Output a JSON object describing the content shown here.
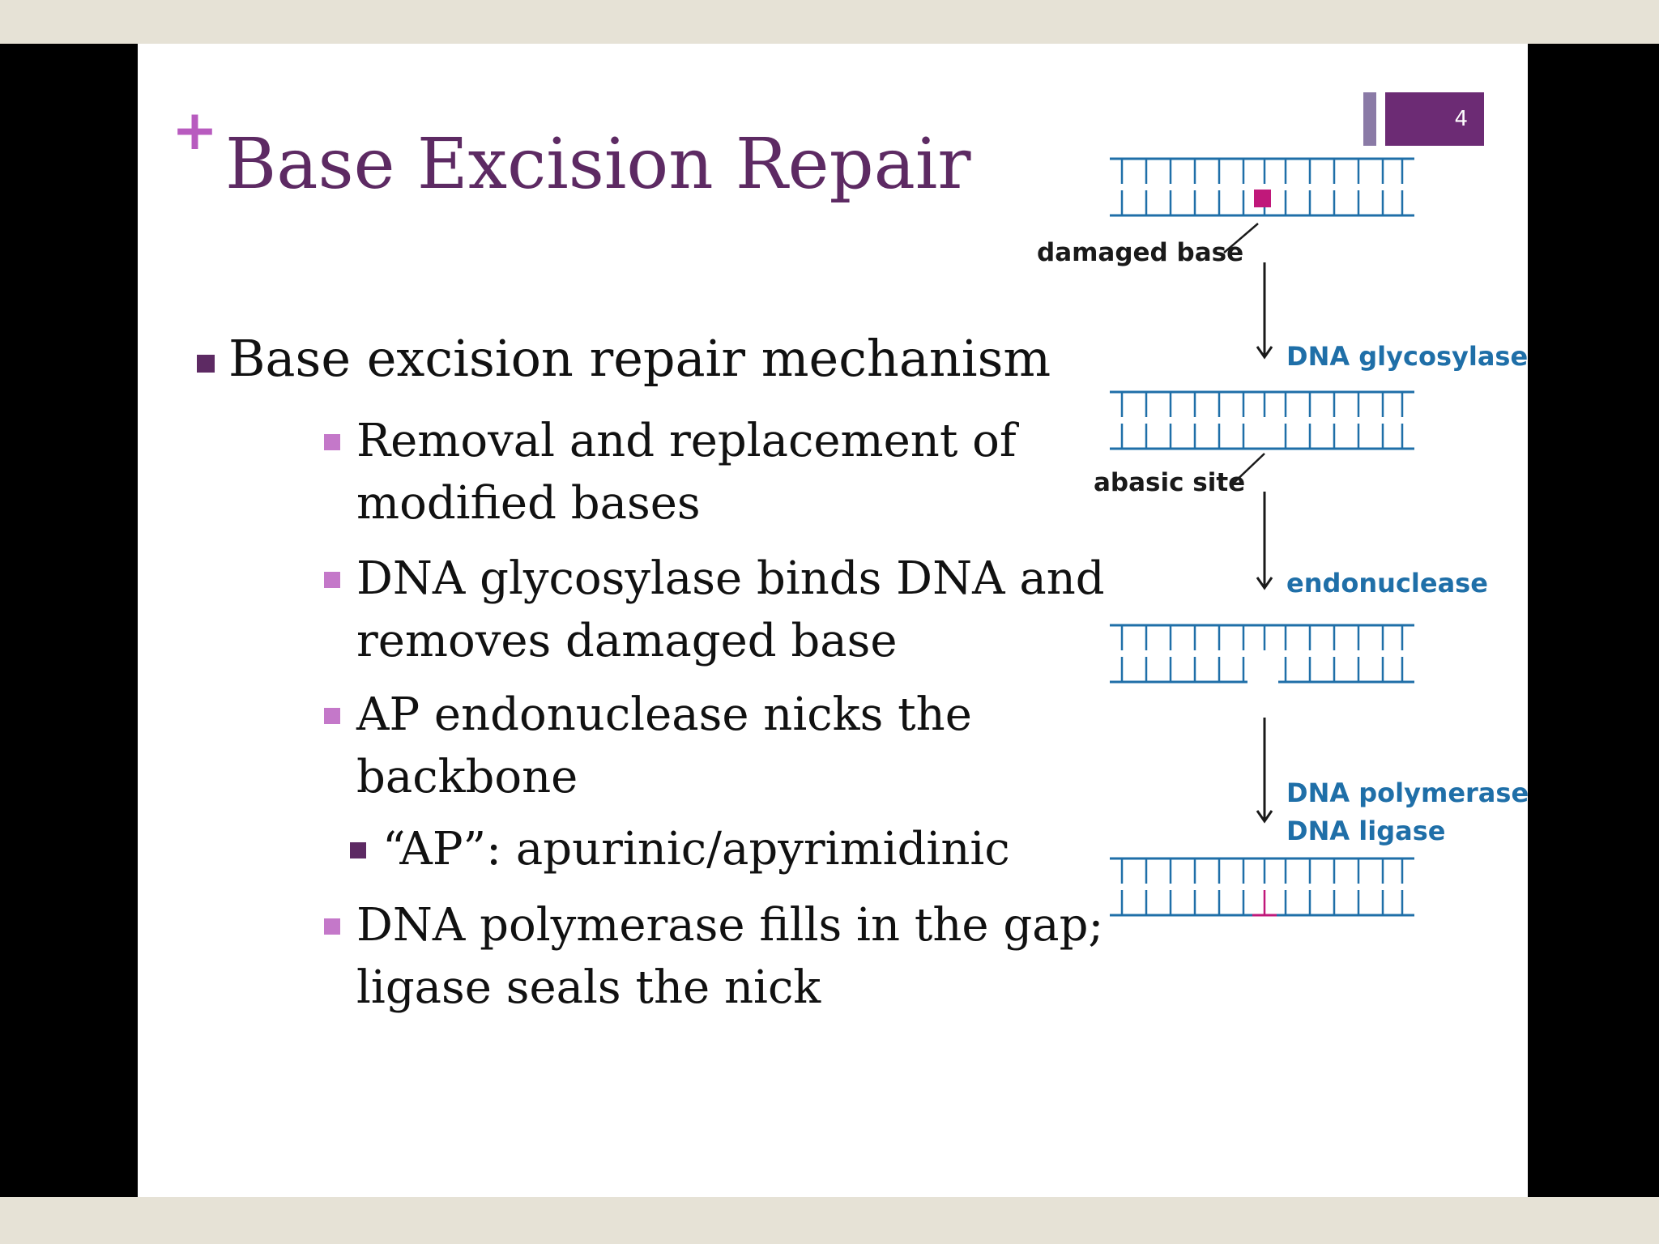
{
  "slide": {
    "title_marker": "+",
    "title": "Base Excision Repair",
    "page_number": "4"
  },
  "bullets": {
    "main": "Base excision repair mechanism",
    "sub1": [
      "Removal and replacement of",
      "modified bases"
    ],
    "sub2": [
      "DNA glycosylase binds DNA and",
      "removes damaged base"
    ],
    "sub3": [
      "AP endonuclease nicks the",
      "backbone"
    ],
    "sub3_note": "“AP”: apurinic/apyrimidinic",
    "sub4": [
      "DNA polymerase fills in the gap;",
      "ligase seals the nick"
    ]
  },
  "diagram": {
    "label_damaged_base": "damaged base",
    "label_abasic_site": "abasic site",
    "enzyme_1": "DNA glycosylase",
    "enzyme_2": "endonuclease",
    "enzyme_3_line1": "DNA polymerase",
    "enzyme_3_line2": "DNA ligase",
    "colors": {
      "strand": "#1f6fa8",
      "damage": "#c0187a",
      "enzyme_text": "#1f6fa8"
    }
  }
}
